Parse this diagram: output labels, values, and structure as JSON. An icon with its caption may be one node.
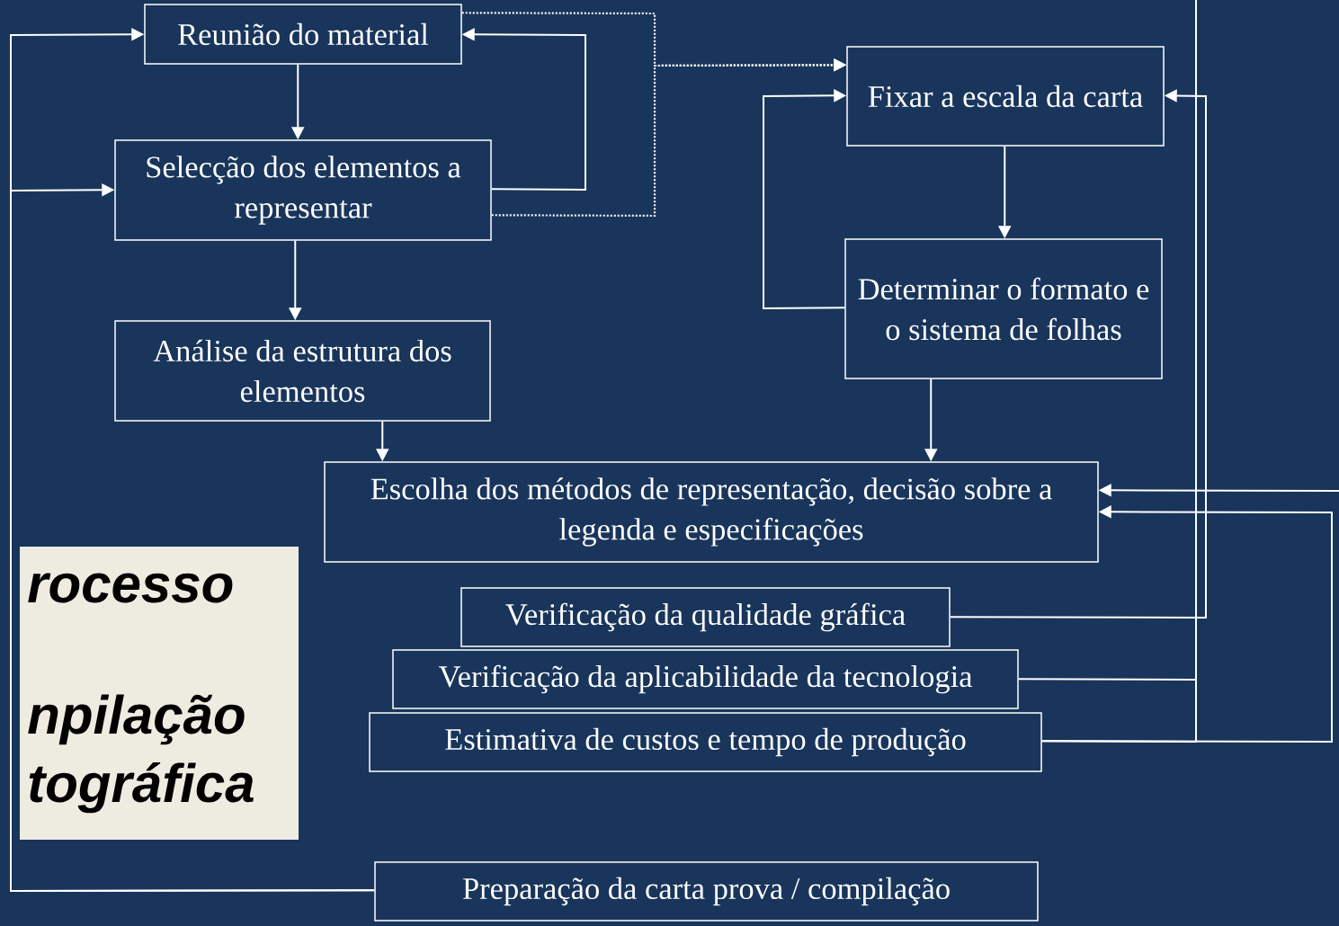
{
  "diagram": {
    "nodes": [
      {
        "text": [
          "Reunião do material"
        ]
      },
      {
        "text": [
          "Selecção dos elementos a representar"
        ]
      },
      {
        "text": [
          "Análise da estrutura dos elementos"
        ]
      },
      {
        "text": [
          "Fixar a escala da carta"
        ]
      },
      {
        "text": [
          "Determinar o formato e o sistema de folhas"
        ]
      },
      {
        "text": [
          "Escolha dos métodos de representação, decisão sobre a legenda e especificações"
        ]
      },
      {
        "text": [
          "Verificação da qualidade gráfica"
        ]
      },
      {
        "text": [
          "Verificação da aplicabilidade da tecnologia"
        ]
      },
      {
        "text": [
          "Estimativa de custos e tempo de produção"
        ]
      },
      {
        "text": [
          "Preparação da carta prova / compilação"
        ]
      },
      {
        "text": [
          "rocesso",
          "npilação tográfica"
        ]
      }
    ],
    "edges": [
      {
        "from": 0,
        "to": 1,
        "arrow": "to"
      },
      {
        "from": 1,
        "to": 0,
        "arrow": "to"
      },
      {
        "from": 9,
        "to": 0,
        "arrow": "to"
      },
      {
        "from": 9,
        "to": 1,
        "arrow": "to"
      },
      {
        "from": 1,
        "to": 2,
        "arrow": "to"
      },
      {
        "from": 2,
        "to": 5,
        "arrow": "to"
      },
      {
        "from": 0,
        "to": 3,
        "arrow": "to",
        "style": "dashed"
      },
      {
        "from": 1,
        "to": 3,
        "arrow": "to",
        "style": "dashed"
      },
      {
        "from": 3,
        "to": 4,
        "arrow": "to"
      },
      {
        "from": 4,
        "to": 3,
        "arrow": "to"
      },
      {
        "from": 4,
        "to": 5,
        "arrow": "to"
      },
      {
        "from": 6,
        "to": 3,
        "arrow": "to"
      },
      {
        "from": 7,
        "to": null,
        "arrow": "none"
      },
      {
        "from": 8,
        "to": null,
        "arrow": "none"
      },
      {
        "from": null,
        "to": 5,
        "arrow": "to"
      },
      {
        "from": 8,
        "to": 5,
        "arrow": "to"
      }
    ]
  }
}
